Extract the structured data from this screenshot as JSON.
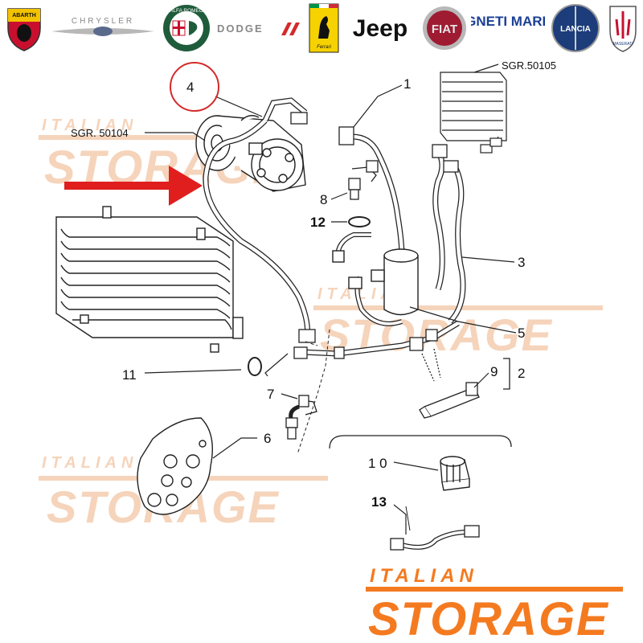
{
  "brands": [
    {
      "name": "abarth-logo",
      "text": "ABARTH"
    },
    {
      "name": "chrysler-logo",
      "text": "CHRYSLER"
    },
    {
      "name": "alfa-romeo-logo",
      "text": "ALFA ROMEO"
    },
    {
      "name": "dodge-logo",
      "text": "DODGE"
    },
    {
      "name": "ferrari-logo",
      "text": "Ferrari"
    },
    {
      "name": "jeep-logo",
      "text": "Jeep"
    },
    {
      "name": "fiat-logo",
      "text": "FIAT"
    },
    {
      "name": "magneti-marelli-logo",
      "text": "MAGNETI MARELLI"
    },
    {
      "name": "lancia-logo",
      "text": "LANCIA"
    },
    {
      "name": "maserati-logo",
      "text": "MASERATI"
    }
  ],
  "references": {
    "compressor": "SGR. 50104",
    "evaporator": "SGR.50105"
  },
  "callouts": {
    "c1": "1",
    "c2": "2",
    "c3": "3",
    "c4": "4",
    "c5": "5",
    "c6": "6",
    "c7": "7",
    "c8": "8",
    "c9": "9",
    "c10": "1 0",
    "c11": "11",
    "c12": "12",
    "c13": "13"
  },
  "watermark": {
    "top": "ITALIAN",
    "bottom": "STORAGE"
  },
  "colors": {
    "accent": "#f47a20",
    "highlight_circle": "#d42a2a",
    "arrow": "#e01e1e",
    "watermark": "#f5d4bb"
  }
}
